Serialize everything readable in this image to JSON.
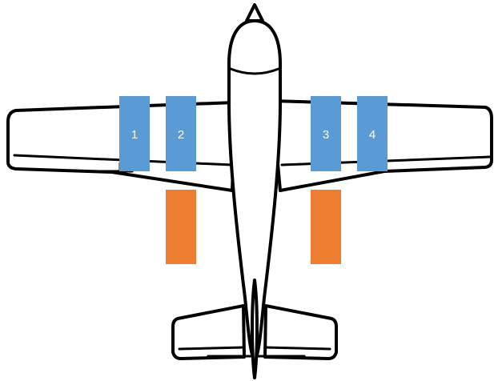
{
  "colors": {
    "background": "#ffffff",
    "outline": "#000000",
    "wing_zone": "#5b9bd5",
    "lower_zone": "#ed7d31",
    "zone_text": "#ffffff"
  },
  "aircraft": {
    "view": "top-down",
    "icon": "airplane-outline"
  },
  "wing_zones": [
    {
      "label": "1"
    },
    {
      "label": "2"
    },
    {
      "label": "3"
    },
    {
      "label": "4"
    }
  ],
  "lower_zones": [
    {
      "id": "left"
    },
    {
      "id": "right"
    }
  ]
}
